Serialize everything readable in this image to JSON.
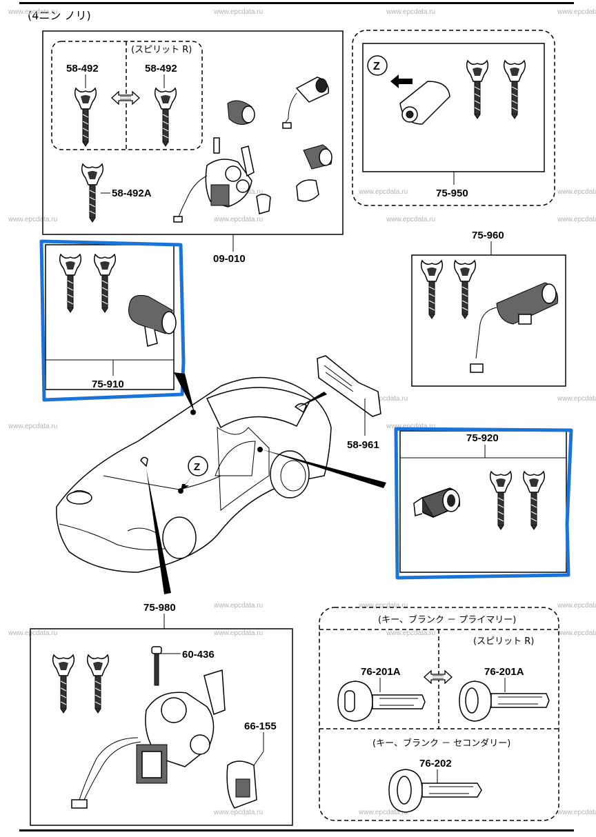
{
  "header": {
    "title": "(4ニン ノリ)"
  },
  "watermark": "www.epcdata.ru",
  "colors": {
    "highlight": "#1a73d9",
    "ink": "#000000",
    "watermark": "#b3b3b3"
  },
  "labels": {
    "spirit_r": "(スピリット R)",
    "spirit_r2": "(スピリット R)",
    "key_blank_primary": "(キー、ブランク － プライマリー)",
    "key_blank_secondary": "(キー、ブランク － セコンダリー)",
    "z_marker": "Z",
    "z_marker2": "Z"
  },
  "parts": {
    "p58_492_left": "58-492",
    "p58_492_right": "58-492",
    "p58_492A": "58-492A",
    "p09_010": "09-010",
    "p75_950": "75-950",
    "p75_960": "75-960",
    "p75_910": "75-910",
    "p58_961": "58-961",
    "p75_920": "75-920",
    "p75_980": "75-980",
    "p60_436": "60-436",
    "p66_155": "66-155",
    "p76_201A_left": "76-201A",
    "p76_201A_right": "76-201A",
    "p76_202": "76-202"
  }
}
